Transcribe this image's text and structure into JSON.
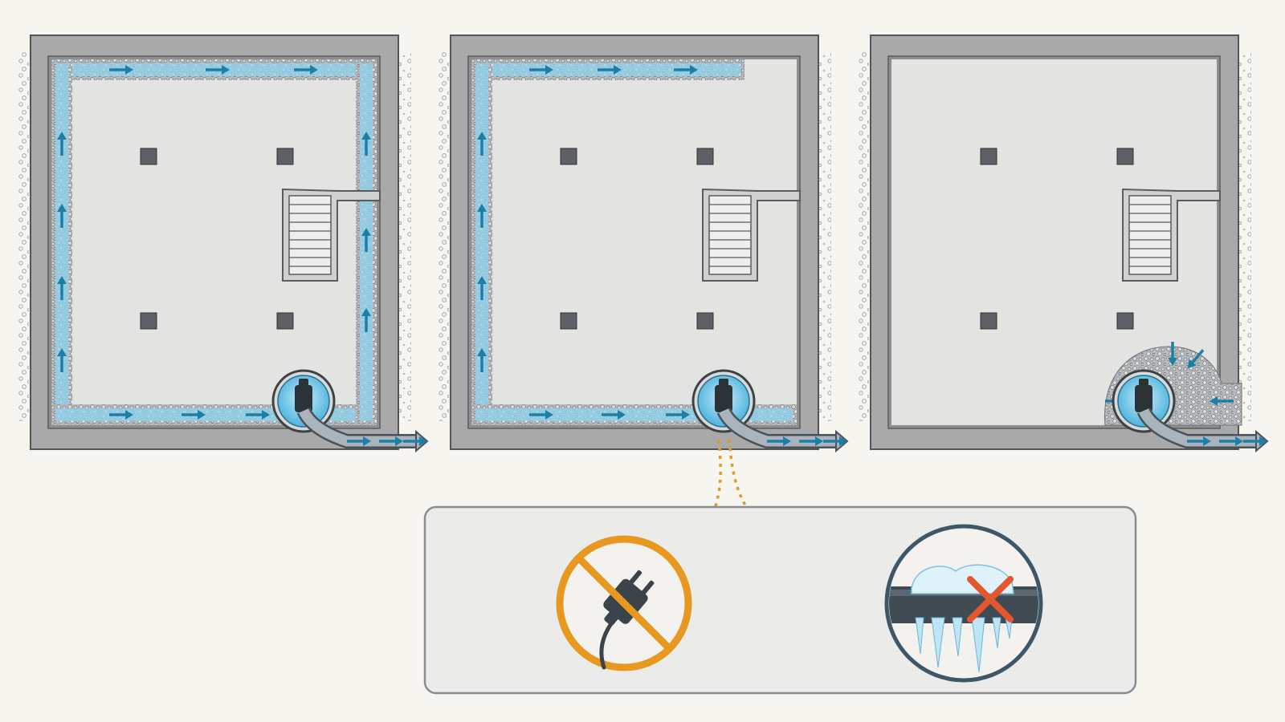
{
  "diagram": {
    "panels": [
      {
        "id": "full-perimeter-drain",
        "drain_sides": [
          "top",
          "left",
          "bottom",
          "right"
        ],
        "pump": true,
        "discharge": true
      },
      {
        "id": "partial-perimeter-drain",
        "drain_sides": [
          "top",
          "left",
          "bottom"
        ],
        "pump": true,
        "discharge": true
      },
      {
        "id": "interior-sump-only",
        "drain_sides": [],
        "pump": true,
        "discharge": true
      }
    ],
    "failure_callout": {
      "items": [
        {
          "id": "power-loss",
          "icon": "no-plug-icon"
        },
        {
          "id": "frozen-discharge",
          "icon": "frozen-pipe-icon"
        }
      ]
    },
    "colors": {
      "wall": "#a9a9a9",
      "floor": "#e3e3e1",
      "water": "#8fd3ef",
      "flow_arrow": "#1e7fa6",
      "pipe": "#8f9aa3",
      "callout_arrow": "#e39a2a",
      "no_sign": "#e8981e",
      "cross": "#e4572e",
      "ice": "#bfe4f4",
      "callout_bg": "#ebebea"
    }
  }
}
